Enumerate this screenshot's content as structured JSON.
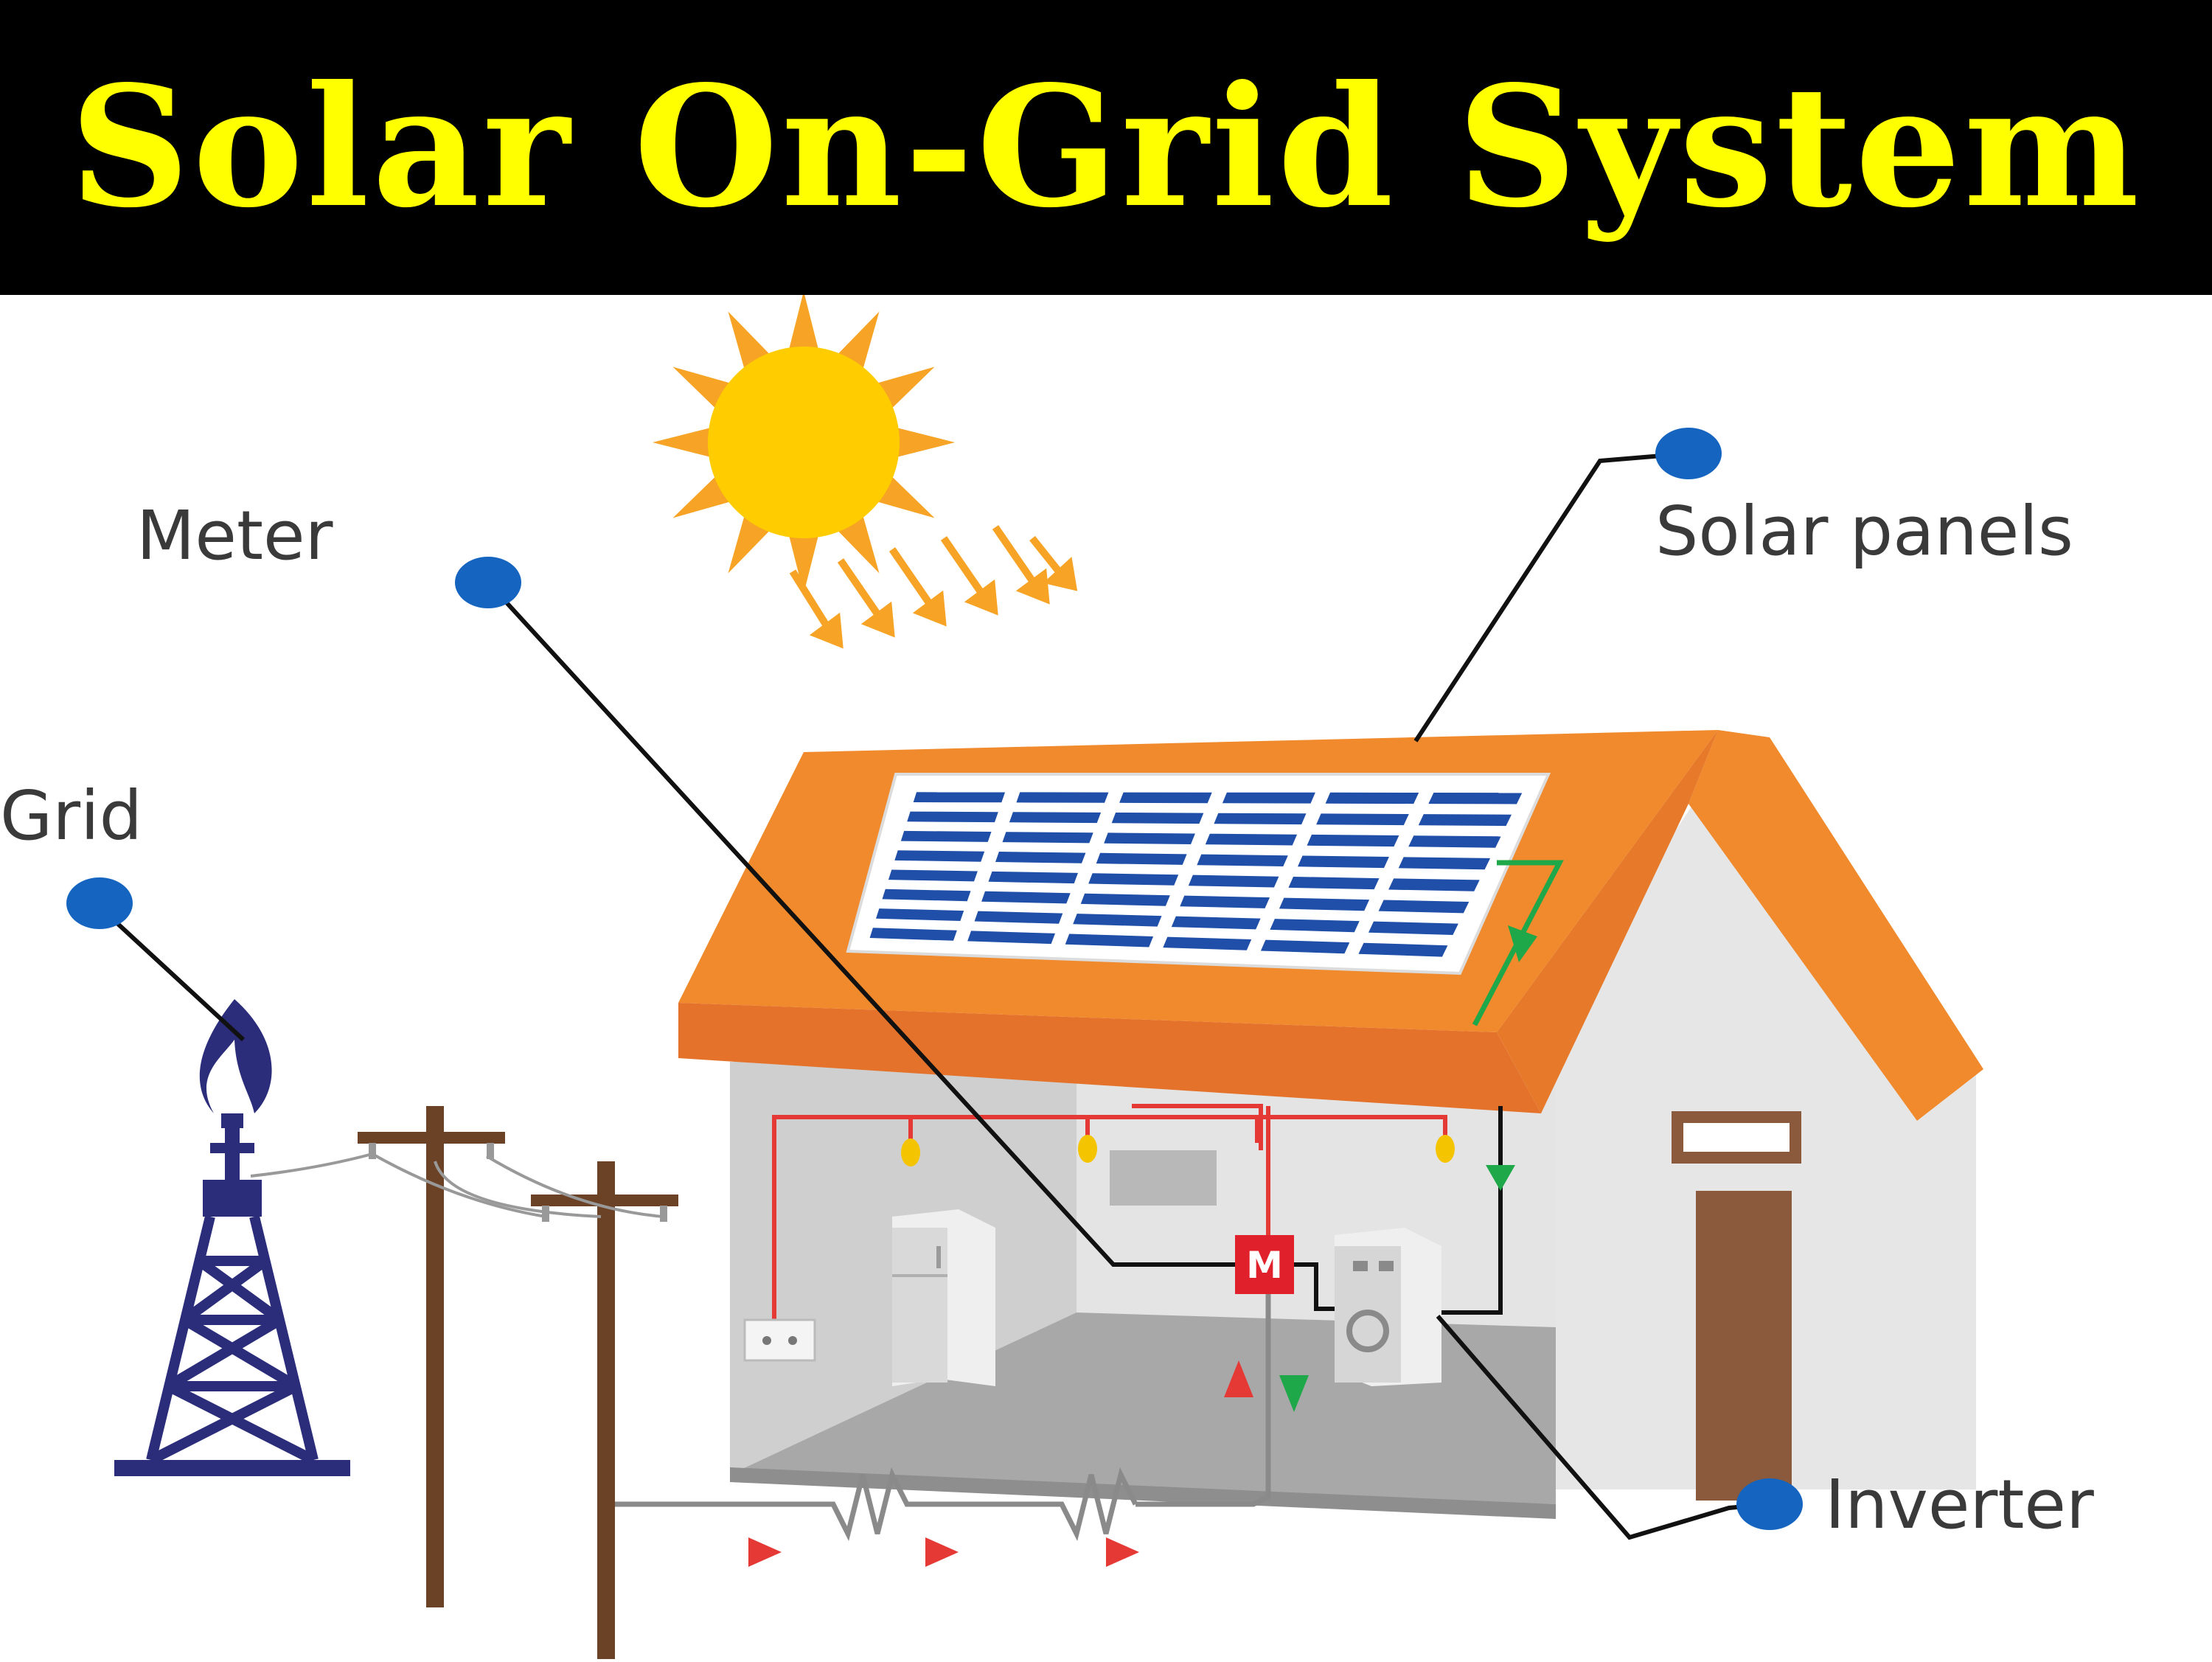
{
  "title": "Solar On-Grid System",
  "labels": {
    "meter": "Meter",
    "solar_panels": "Solar panels",
    "grid": "Grid",
    "inverter": "Inverter",
    "meter_box": "M"
  },
  "colors": {
    "title_bg": "#000000",
    "title_text": "#ffff00",
    "roof": "#f08a2c",
    "roof_dark": "#e5722a",
    "panel": "#1f4fa8",
    "callout_dot": "#1565c0",
    "wire_red": "#e53935",
    "wire_green": "#1ea84a",
    "sun": "#ffcc00",
    "sun_rays": "#f7a325",
    "tower": "#2b2d7a",
    "pole": "#6b4226",
    "door": "#8b5a3c"
  }
}
